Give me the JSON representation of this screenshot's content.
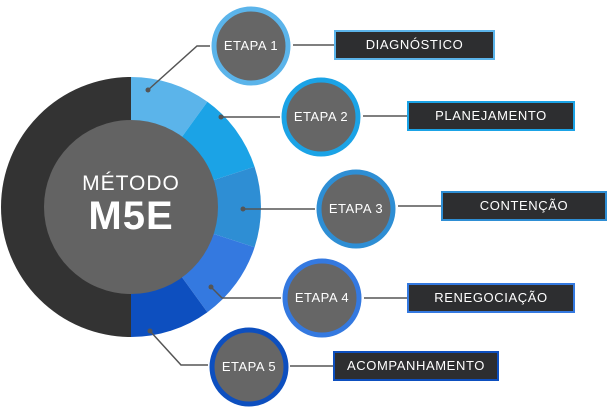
{
  "title": {
    "line1": "MÉTODO",
    "line2": "M5E"
  },
  "colors": {
    "outer_ring": "#333333",
    "inner_disc": "#636363",
    "label_box": "#2d2e30",
    "connector": "#555555"
  },
  "stages": [
    {
      "label": "ETAPA 1",
      "name": "DIAGNÓSTICO",
      "color": "#5bb4ea"
    },
    {
      "label": "ETAPA 2",
      "name": "PLANEJAMENTO",
      "color": "#1ba3e6"
    },
    {
      "label": "ETAPA 3",
      "name": "CONTENÇÃO",
      "color": "#2e8ed4"
    },
    {
      "label": "ETAPA 4",
      "name": "RENEGOCIAÇÃO",
      "color": "#3479e0"
    },
    {
      "label": "ETAPA 5",
      "name": "ACOMPANHAMENTO",
      "color": "#0d4fbf"
    }
  ]
}
